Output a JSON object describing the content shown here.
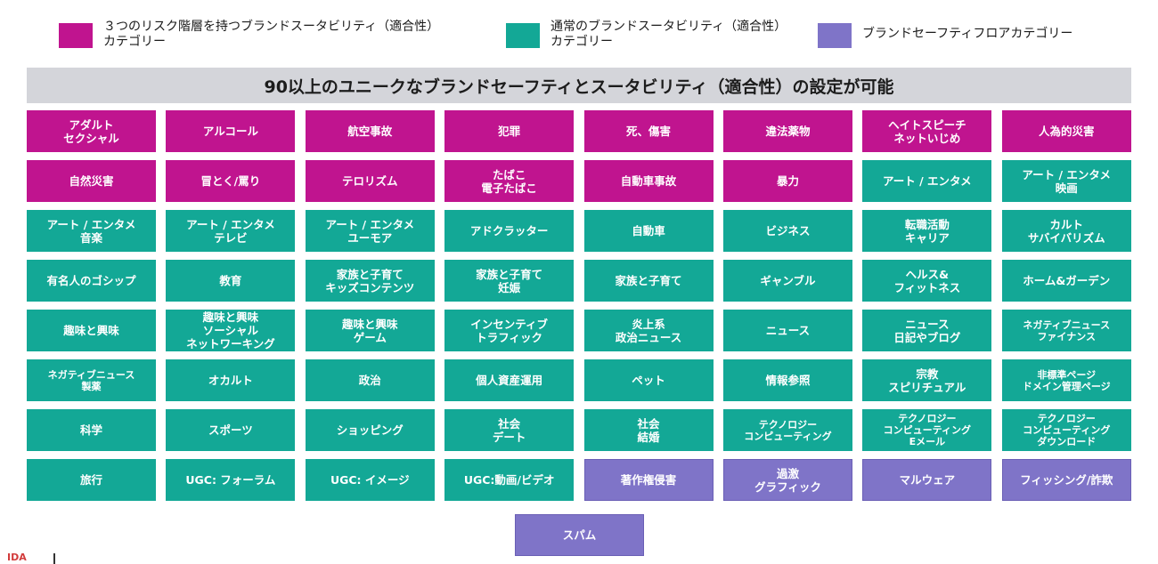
{
  "colors": {
    "risk": "#c0148f",
    "normal": "#13a896",
    "floor": "#7f74c8",
    "banner_bg": "#d4d5da"
  },
  "legend": [
    {
      "key": "risk",
      "label": "３つのリスク階層を持つブランドスータビリティ（適合性）\nカテゴリー"
    },
    {
      "key": "normal",
      "label": "通常のブランドスータビリティ（適合性）\nカテゴリー"
    },
    {
      "key": "floor",
      "label": "ブランドセーフティフロアカテゴリー"
    }
  ],
  "banner": "90以上のユニークなブランドセーフティとスータビリティ（適合性）の設定が可能",
  "tiles": [
    {
      "label": "アダルト\nセクシャル",
      "cat": "risk"
    },
    {
      "label": "アルコール",
      "cat": "risk"
    },
    {
      "label": "航空事故",
      "cat": "risk"
    },
    {
      "label": "犯罪",
      "cat": "risk"
    },
    {
      "label": "死、傷害",
      "cat": "risk"
    },
    {
      "label": "違法薬物",
      "cat": "risk"
    },
    {
      "label": "ヘイトスピーチ\nネットいじめ",
      "cat": "risk"
    },
    {
      "label": "人為的災害",
      "cat": "risk"
    },
    {
      "label": "自然災害",
      "cat": "risk"
    },
    {
      "label": "冒とく/罵り",
      "cat": "risk"
    },
    {
      "label": "テロリズム",
      "cat": "risk"
    },
    {
      "label": "たばこ\n電子たばこ",
      "cat": "risk"
    },
    {
      "label": "自動車事故",
      "cat": "risk"
    },
    {
      "label": "暴力",
      "cat": "risk"
    },
    {
      "label": "アート / エンタメ",
      "cat": "normal"
    },
    {
      "label": "アート / エンタメ\n映画",
      "cat": "normal"
    },
    {
      "label": "アート / エンタメ\n音楽",
      "cat": "normal"
    },
    {
      "label": "アート / エンタメ\nテレビ",
      "cat": "normal"
    },
    {
      "label": "アート / エンタメ\nユーモア",
      "cat": "normal"
    },
    {
      "label": "アドクラッター",
      "cat": "normal"
    },
    {
      "label": "自動車",
      "cat": "normal"
    },
    {
      "label": "ビジネス",
      "cat": "normal"
    },
    {
      "label": "転職活動\nキャリア",
      "cat": "normal"
    },
    {
      "label": "カルト\nサバイバリズム",
      "cat": "normal"
    },
    {
      "label": "有名人のゴシップ",
      "cat": "normal"
    },
    {
      "label": "教育",
      "cat": "normal"
    },
    {
      "label": "家族と子育て\nキッズコンテンツ",
      "cat": "normal"
    },
    {
      "label": "家族と子育て\n妊娠",
      "cat": "normal"
    },
    {
      "label": "家族と子育て",
      "cat": "normal"
    },
    {
      "label": "ギャンブル",
      "cat": "normal"
    },
    {
      "label": "ヘルス&\nフィットネス",
      "cat": "normal"
    },
    {
      "label": "ホーム&ガーデン",
      "cat": "normal"
    },
    {
      "label": "趣味と興味",
      "cat": "normal"
    },
    {
      "label": "趣味と興味\nソーシャル\nネットワーキング",
      "cat": "normal"
    },
    {
      "label": "趣味と興味\nゲーム",
      "cat": "normal"
    },
    {
      "label": "インセンティブ\nトラフィック",
      "cat": "normal"
    },
    {
      "label": "炎上系\n政治ニュース",
      "cat": "normal"
    },
    {
      "label": "ニュース",
      "cat": "normal"
    },
    {
      "label": "ニュース\n日記やブログ",
      "cat": "normal"
    },
    {
      "label": "ネガティブニュース\nファイナンス",
      "cat": "normal",
      "small": true
    },
    {
      "label": "ネガティブニュース\n製薬",
      "cat": "normal",
      "small": true
    },
    {
      "label": "オカルト",
      "cat": "normal"
    },
    {
      "label": "政治",
      "cat": "normal"
    },
    {
      "label": "個人資産運用",
      "cat": "normal"
    },
    {
      "label": "ペット",
      "cat": "normal"
    },
    {
      "label": "情報参照",
      "cat": "normal"
    },
    {
      "label": "宗教\nスピリチュアル",
      "cat": "normal"
    },
    {
      "label": "非標準ページ\nドメイン管理ページ",
      "cat": "normal",
      "small": true
    },
    {
      "label": "科学",
      "cat": "normal"
    },
    {
      "label": "スポーツ",
      "cat": "normal"
    },
    {
      "label": "ショッピング",
      "cat": "normal"
    },
    {
      "label": "社会\nデート",
      "cat": "normal"
    },
    {
      "label": "社会\n結婚",
      "cat": "normal"
    },
    {
      "label": "テクノロジー\nコンピューティング",
      "cat": "normal",
      "small": true
    },
    {
      "label": "テクノロジー\nコンピューティング\nEメール",
      "cat": "normal",
      "small": true
    },
    {
      "label": "テクノロジー\nコンピューティング\nダウンロード",
      "cat": "normal",
      "small": true
    },
    {
      "label": "旅行",
      "cat": "normal"
    },
    {
      "label": "UGC: フォーラム",
      "cat": "normal"
    },
    {
      "label": "UGC: イメージ",
      "cat": "normal"
    },
    {
      "label": "UGC:動画/ビデオ",
      "cat": "normal"
    },
    {
      "label": "著作権侵害",
      "cat": "floor"
    },
    {
      "label": "過激\nグラフィック",
      "cat": "floor"
    },
    {
      "label": "マルウェア",
      "cat": "floor"
    },
    {
      "label": "フィッシング/詐欺",
      "cat": "floor"
    }
  ],
  "extra_tile": {
    "label": "スパム",
    "cat": "floor"
  },
  "footer_mark": "IDA"
}
